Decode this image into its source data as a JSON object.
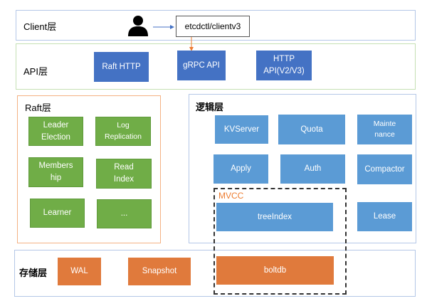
{
  "client_layer": {
    "label": "Client层",
    "user_icon": "user-icon",
    "client_box": "etcdctl/clientv3"
  },
  "api_layer": {
    "label": "API层",
    "boxes": [
      "Raft HTTP",
      "gRPC API",
      "HTTP\nAPI(V2/V3)"
    ]
  },
  "raft_layer": {
    "label": "Raft层",
    "boxes": [
      "Leader\nElection",
      "Log\nReplication",
      "Members\nhip",
      "Read\nIndex",
      "Learner",
      "..."
    ]
  },
  "logic_layer": {
    "label": "逻辑层",
    "boxes": [
      "KVServer",
      "Quota",
      "Mainte\nnance",
      "Apply",
      "Auth",
      "Compactor",
      "Lease"
    ],
    "mvcc": {
      "label": "MVCC",
      "tree_index": "treeIndex"
    }
  },
  "storage_layer": {
    "label": "存储层",
    "boxes": [
      "WAL",
      "Snapshot",
      "boltdb"
    ]
  },
  "colors": {
    "api_blue": "#4472c4",
    "raft_green": "#70ad47",
    "logic_blue": "#5b9bd5",
    "storage_orange": "#e07a3c",
    "mvcc_label": "#ed7d31",
    "arrow_blue": "#4472c4",
    "arrow_orange": "#ed7d31"
  }
}
